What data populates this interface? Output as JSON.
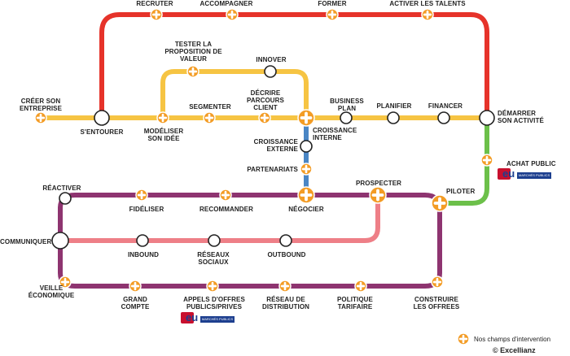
{
  "colors": {
    "red": "#e6332a",
    "yellow": "#f6c443",
    "green": "#6cc04a",
    "blue": "#4a86c5",
    "purple": "#8e3470",
    "pink": "#ee7f87",
    "orange": "#f39c25"
  },
  "labels": {
    "recruter": "RECRUTER",
    "accompagner": "ACCOMPAGNER",
    "former": "FORMER",
    "activer_talents": "ACTIVER LES TALENTS",
    "tester": "TESTER LA\nPROPOSITION DE\nVALEUR",
    "innover": "INNOVER",
    "creer": "CRÉER SON\nENTREPRISE",
    "sentourer": "S'ENTOURER",
    "segmenter": "SEGMENTER",
    "modeliser": "MODÉLISER\nSON IDÉE",
    "decrire": "DÉCRIRE\nPARCOURS\nCLIENT",
    "business_plan": "BUSINESS\nPLAN",
    "planifier": "PLANIFIER",
    "financer": "FINANCER",
    "demarrer": "DÉMARRER\nSON ACTIVITÉ",
    "croissance_interne": "CROISSANCE\nINTERNE",
    "croissance_externe": "CROISSANCE\nEXTERNE",
    "partenariats": "PARTENARIATS",
    "achat_public": "ACHAT PUBLIC",
    "reactiver": "RÉACTIVER",
    "prospecter": "PROSPECTER",
    "piloter": "PILOTER",
    "fideliser": "FIDÉLISER",
    "recommander": "RECOMMANDER",
    "negocier": "NÉGOCIER",
    "communiquer": "COMMUNIQUER",
    "inbound": "INBOUND",
    "reseaux_sociaux": "RÉSEAUX\nSOCIAUX",
    "outbound": "OUTBOUND",
    "veille": "VEILLE\nÉCONOMIQUE",
    "grand_compte": "GRAND\nCOMPTE",
    "appels_offres": "APPELS D'OFFRES\nPUBLICS/PRIVES",
    "reseau_distribution": "RÉSEAU DE\nDISTRIBUTION",
    "politique_tarifaire": "POLITIQUE\nTARIFAIRE",
    "construire_offres": "CONSTRUIRE\nLES OFFREES"
  },
  "badge": {
    "eu_text": "eu",
    "bar_text": "MARCHÉS PUBLICS"
  },
  "legend": {
    "label": "Nos champs d'intervention"
  },
  "brand": "© Excellianz"
}
